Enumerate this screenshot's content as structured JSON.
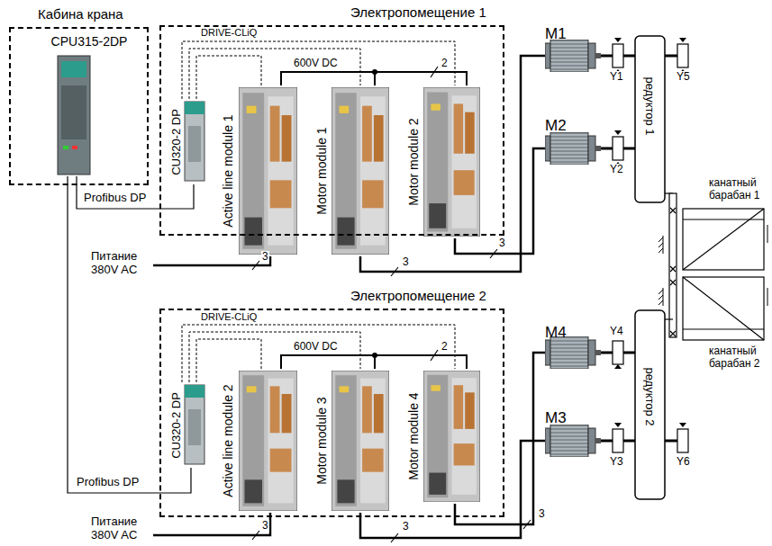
{
  "diagram": {
    "nodes": [
      {
        "text": [
          "Кабина крана"
        ]
      },
      {
        "text": [
          "CPU315-2DP"
        ],
        "in": 0
      },
      {
        "text": [
          "Электропомещение 1"
        ]
      },
      {
        "text": [
          "CU320-2 DP"
        ],
        "in": 2
      },
      {
        "text": [
          "Active line module 1"
        ],
        "in": 2
      },
      {
        "text": [
          "Motor module 1"
        ],
        "in": 2
      },
      {
        "text": [
          "Motor module 2"
        ],
        "in": 2
      },
      {
        "text": [
          "M1"
        ]
      },
      {
        "text": [
          "M2"
        ]
      },
      {
        "text": [
          "Электропомещение 2"
        ]
      },
      {
        "text": [
          "CU320-2 DP"
        ],
        "in": 9
      },
      {
        "text": [
          "Active line module 2"
        ],
        "in": 9
      },
      {
        "text": [
          "Motor module 3"
        ],
        "in": 9
      },
      {
        "text": [
          "Motor module 4"
        ],
        "in": 9
      },
      {
        "text": [
          "M4"
        ]
      },
      {
        "text": [
          "M3"
        ]
      }
    ],
    "edges": [
      {
        "from": 1,
        "to": 3,
        "arrow": "none",
        "label": "Profibus DP"
      },
      {
        "from": 1,
        "to": 10,
        "arrow": "none",
        "label": "Profibus DP"
      },
      {
        "from": 3,
        "to": 4,
        "arrow": "none"
      },
      {
        "from": 3,
        "to": 5,
        "arrow": "none"
      },
      {
        "from": 3,
        "to": 6,
        "arrow": "none"
      },
      {
        "from": 4,
        "to": 5,
        "arrow": "none"
      },
      {
        "from": 5,
        "to": 6,
        "arrow": "none"
      },
      {
        "from": 5,
        "to": 7,
        "arrow": "none"
      },
      {
        "from": 6,
        "to": 8,
        "arrow": "none"
      },
      {
        "from": 10,
        "to": 11,
        "arrow": "none"
      },
      {
        "from": 10,
        "to": 12,
        "arrow": "none"
      },
      {
        "from": 10,
        "to": 13,
        "arrow": "none"
      },
      {
        "from": 11,
        "to": 12,
        "arrow": "none"
      },
      {
        "from": 12,
        "to": 13,
        "arrow": "none"
      },
      {
        "from": 12,
        "to": 15,
        "arrow": "none"
      },
      {
        "from": 13,
        "to": 14,
        "arrow": "none"
      }
    ],
    "labels": [
      "DRIVE-CLiQ",
      "600V DC",
      "2",
      "Питание 380V AC",
      "3",
      "3",
      "3",
      "DRIVE-CLiQ",
      "600V DC",
      "2",
      "Питание 380V AC",
      "3",
      "3",
      "3",
      "Y1",
      "Y2",
      "Y5",
      "Y4",
      "Y3",
      "Y6",
      "редуктор 1",
      "редуктор 2",
      "канатный барабан 1",
      "канатный барабан 2"
    ]
  }
}
